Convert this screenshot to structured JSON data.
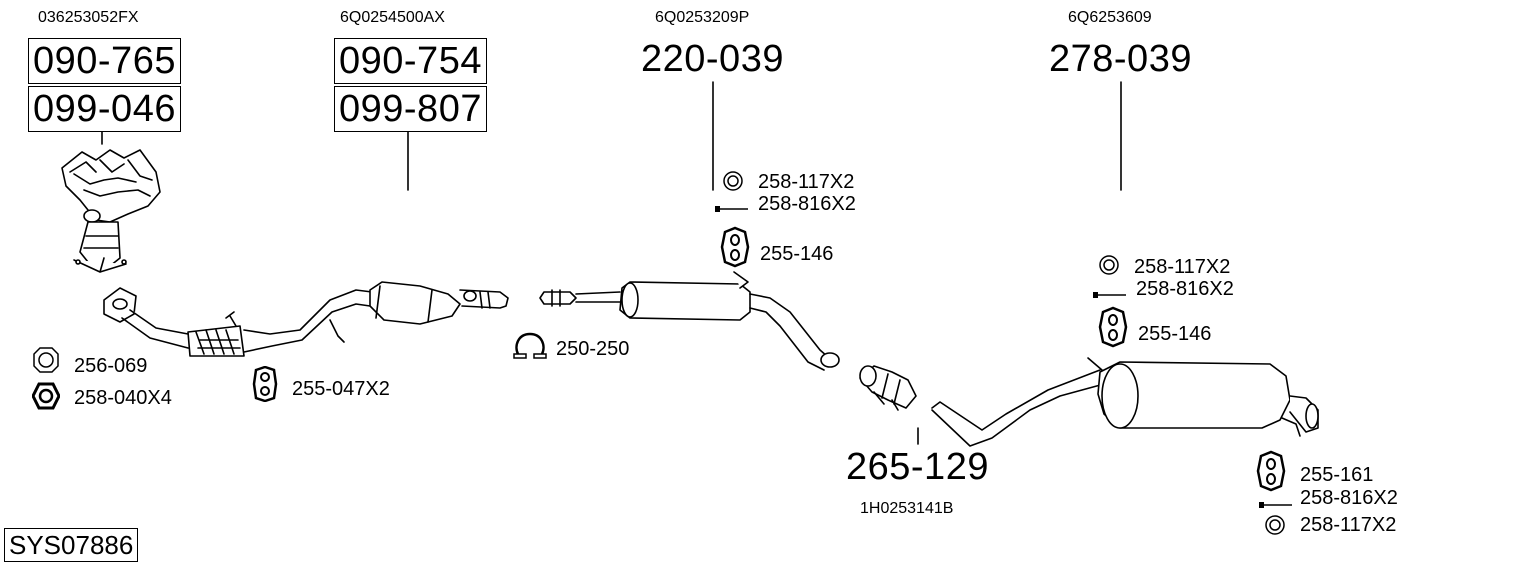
{
  "system_id": "SYS07886",
  "parts": {
    "manifold": {
      "oem": "036253052FX",
      "codes": [
        "090-765",
        "099-046"
      ]
    },
    "front_pipe": {
      "oem": "6Q0254500AX",
      "codes": [
        "090-754",
        "099-807"
      ]
    },
    "middle_silencer": {
      "oem": "6Q0253209P",
      "code": "220-039"
    },
    "connector": {
      "oem": "1H0253141B",
      "code": "265-129"
    },
    "rear_silencer": {
      "oem": "6Q6253609",
      "code": "278-039"
    }
  },
  "accessories": {
    "gasket": "256-069",
    "nut": "258-040X4",
    "front_rubber": "255-047X2",
    "clamp": "250-250",
    "mid_ring": "258-117X2",
    "mid_bolt": "258-816X2",
    "mid_rubber": "255-146",
    "rear_ring": "258-117X2",
    "rear_bolt": "258-816X2",
    "rear_rubber": "255-146",
    "tail_rubber": "255-161",
    "tail_bolt": "258-816X2",
    "tail_ring": "258-117X2"
  }
}
